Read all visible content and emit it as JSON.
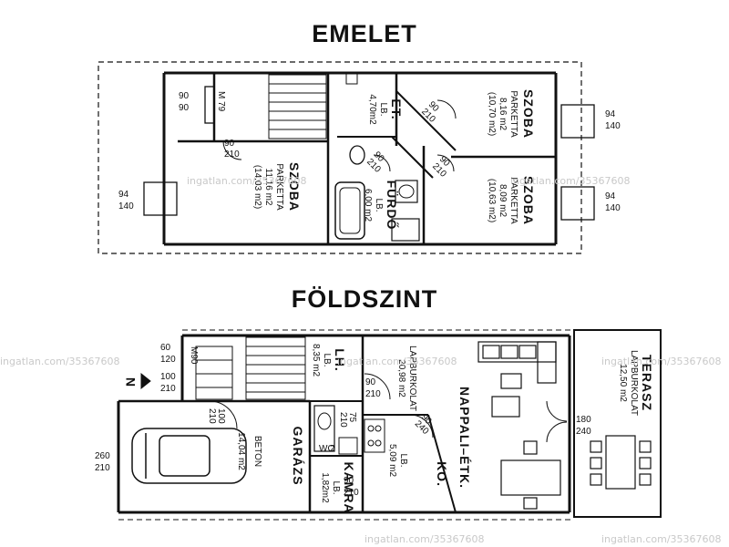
{
  "floors": {
    "upper": {
      "title": "EMELET",
      "rooms": {
        "szoba_left": {
          "name": "SZOBA",
          "finish": "PARKETTA",
          "area1": "11,16 m2",
          "area2": "(14,03 m2)"
        },
        "szoba_top_right": {
          "name": "SZOBA",
          "finish": "PARKETTA",
          "area1": "8,16 m2",
          "area2": "(10,70 m2)"
        },
        "szoba_bottom_right": {
          "name": "SZOBA",
          "finish": "PARKETTA",
          "area1": "8,09 m2",
          "area2": "(10,63 m2)"
        },
        "et": {
          "name": "ET.",
          "finish": "LB.",
          "area": "4,70m2"
        },
        "furdo": {
          "name": "FÜRDŐ",
          "finish": "LB.",
          "area": "6,00 m2"
        }
      },
      "dims": {
        "d1": "90",
        "d2": "90",
        "m79": "M 79",
        "d3": "90",
        "d4": "210",
        "d5": "90",
        "d6": "210",
        "d7": "90",
        "d8": "210",
        "d9": "90",
        "d10": "210",
        "w1a": "94",
        "w1b": "140",
        "w2a": "94",
        "w2b": "140",
        "w3a": "94",
        "w3b": "140"
      }
    },
    "ground": {
      "title": "FÖLDSZINT",
      "rooms": {
        "lh": {
          "name": "LH.",
          "finish": "LB.",
          "area": "8,35 m2"
        },
        "nappali": {
          "name": "NAPPALI–ÉTK.",
          "finish": "LAPBURKOLAT",
          "area": "20,98 m2"
        },
        "ko": {
          "name": "KO.",
          "finish": "LB.",
          "area": "5,09 m2"
        },
        "garazs": {
          "name": "GARÁZS",
          "finish": "BETON",
          "area": "14,04 m2"
        },
        "kamra": {
          "name": "KAMRA",
          "finish": "LB.",
          "area": "1,82m2"
        },
        "terasz": {
          "name": "TERASZ",
          "finish": "LAPBURKOLAT",
          "area": "12,50 m2"
        },
        "wc": {
          "name": "WC",
          "area": "2"
        }
      },
      "dims": {
        "a1": "60",
        "a2": "120",
        "a3": "100",
        "a4": "210",
        "a5": "90",
        "a6": "210",
        "a7": "100",
        "a8": "210",
        "a9": "75",
        "a10": "210",
        "a11": "260",
        "a12": "210",
        "a13": "90",
        "a14": "240",
        "a15": "180",
        "a16": "240",
        "a17": "90",
        "a18": "210",
        "a19": "M90"
      },
      "north": "N"
    }
  },
  "watermarks": {
    "w1": "ingatlan.com/35367608",
    "w2": "ingatlan.com/35367608",
    "w3": "ingatlan.com/35367608",
    "w4": "ingatlan.com/35367608",
    "w5": "ingatlan.com/35367608",
    "w6": "ingatlan.com/35367608",
    "w7": "ingatlan.com/35367608"
  }
}
